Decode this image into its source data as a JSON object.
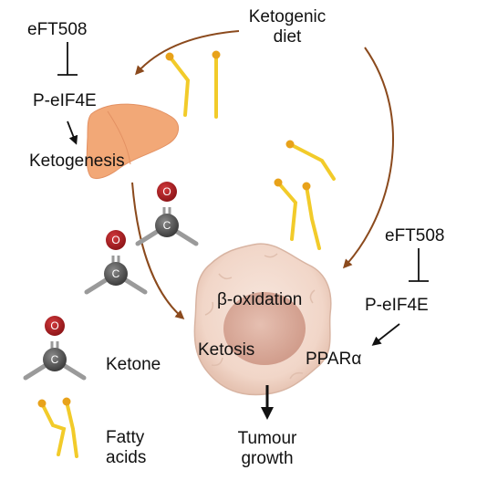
{
  "labels": {
    "ketogenic_diet": [
      "Ketogenic",
      "diet"
    ],
    "eft508_left": "eFT508",
    "peif4e_left": "P-eIF4E",
    "ketogenesis": "Ketogenesis",
    "beta_oxidation": "β-oxidation",
    "ketosis": "Ketosis",
    "ppar": "PPARα",
    "eft508_right": "eFT508",
    "peif4e_right": "P-eIF4E",
    "tumour_growth": [
      "Tumour",
      "growth"
    ]
  },
  "legend": {
    "ketone": "Ketone",
    "fatty_acids": [
      "Fatty",
      "acids"
    ]
  },
  "molecule_atoms": {
    "oxygen": "O",
    "carbon": "C"
  },
  "colors": {
    "arrow_brown": "#8b4a1d",
    "liver": "#f2a877",
    "fatty_acid": "#f2cb2a",
    "fatty_acid_head": "#e8a21a",
    "oxygen": "#b21f24",
    "carbon": "#555555",
    "cell": "#f3ddd1",
    "nucleus": "#d7a89a"
  }
}
